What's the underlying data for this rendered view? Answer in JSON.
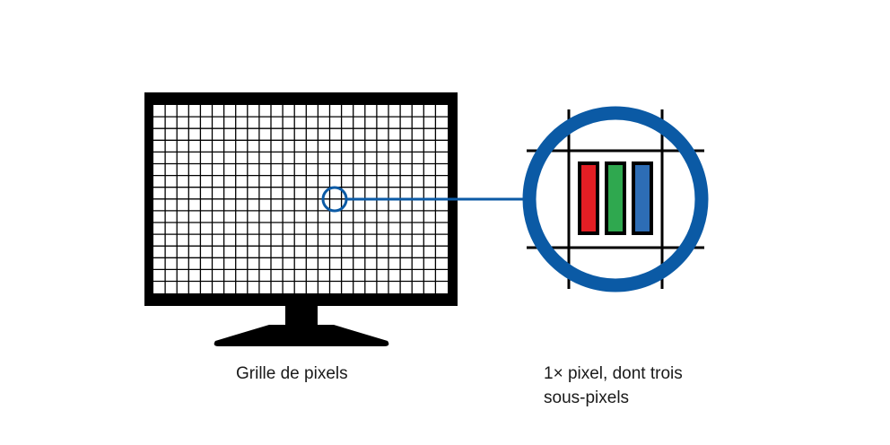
{
  "captions": {
    "pixel_grid": "Grille de pixels",
    "single_pixel_line1": "1× pixel, dont trois",
    "single_pixel_line2": "sous-pixels"
  },
  "colors": {
    "frame": "#000000",
    "grid_line": "#000000",
    "screen_background": "#ffffff",
    "callout": "#0b5aa5",
    "subpixel_red": "#e31e24",
    "subpixel_green": "#2fa84f",
    "subpixel_blue": "#2d6db5"
  },
  "icons": {
    "monitor": "monitor-icon",
    "magnifier": "magnifier-circle-icon"
  }
}
